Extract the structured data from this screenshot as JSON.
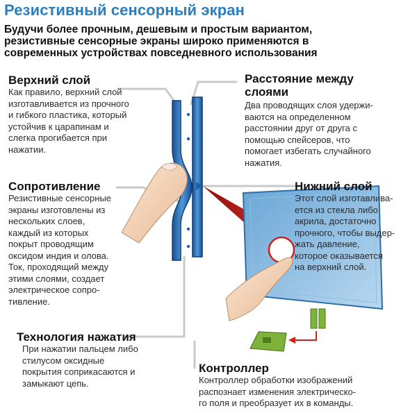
{
  "header": {
    "title": "Резистивный сенсорный экран",
    "subtitle_lines": [
      "Будучи более прочным, дешевым и простым вариантом,",
      "резистивные сенсорные экраны широко применяются в",
      "современных устройствах повседневного использования"
    ]
  },
  "callouts": {
    "top_layer": {
      "heading": "Верхний слой",
      "lines": [
        "Как правило, верхний слой",
        "изготавливается из прочного",
        "и гибкого пластика, который",
        "устойчив к царапинам и",
        "слегка прогибается при",
        "нажатии."
      ]
    },
    "distance": {
      "heading_lines": [
        "Расстояние между",
        "слоями"
      ],
      "lines": [
        "Два проводящих слоя удержи-",
        "ваются на определенном",
        "расстоянии друг от друга с",
        "помощью спейсеров, что",
        "помогает избегать случайного",
        "нажатия."
      ]
    },
    "resistance": {
      "heading": "Сопротивление",
      "lines": [
        "Резистивные сенсорные",
        "экраны изготовлены из",
        "нескольких слоев,",
        "каждый из которых",
        "покрыт проводящим",
        "оксидом индия и олова.",
        "Ток, проходящий между",
        "этими слоями, создает",
        "электрическое сопро-",
        "тивление."
      ]
    },
    "bottom_layer": {
      "heading": "Нижний слой",
      "lines": [
        "Этот слой изготавлива-",
        "ется из стекла либо",
        "акрила, достаточно",
        "прочного, чтобы выдер-",
        "жать давление,",
        "которое оказывается",
        "на верхний слой."
      ]
    },
    "press_tech": {
      "heading": "Технология нажатия",
      "lines": [
        "При нажатии пальцем либо",
        "стилусом оксидные",
        "покрытия соприкасаются и",
        "замыкают цепь."
      ]
    },
    "controller": {
      "heading": "Контроллер",
      "lines": [
        "Контроллер обработки изображений",
        "распознает изменения электрическо-",
        "го поля и преобразует их в команды."
      ]
    }
  },
  "colors": {
    "title": "#2a7fc0",
    "layer_blue": "#1d5fa8",
    "layer_light": "#5aa6e0",
    "leader_line": "#c9c9c9",
    "beam_red": "#d0201c",
    "controller_green": "#7db33a"
  }
}
